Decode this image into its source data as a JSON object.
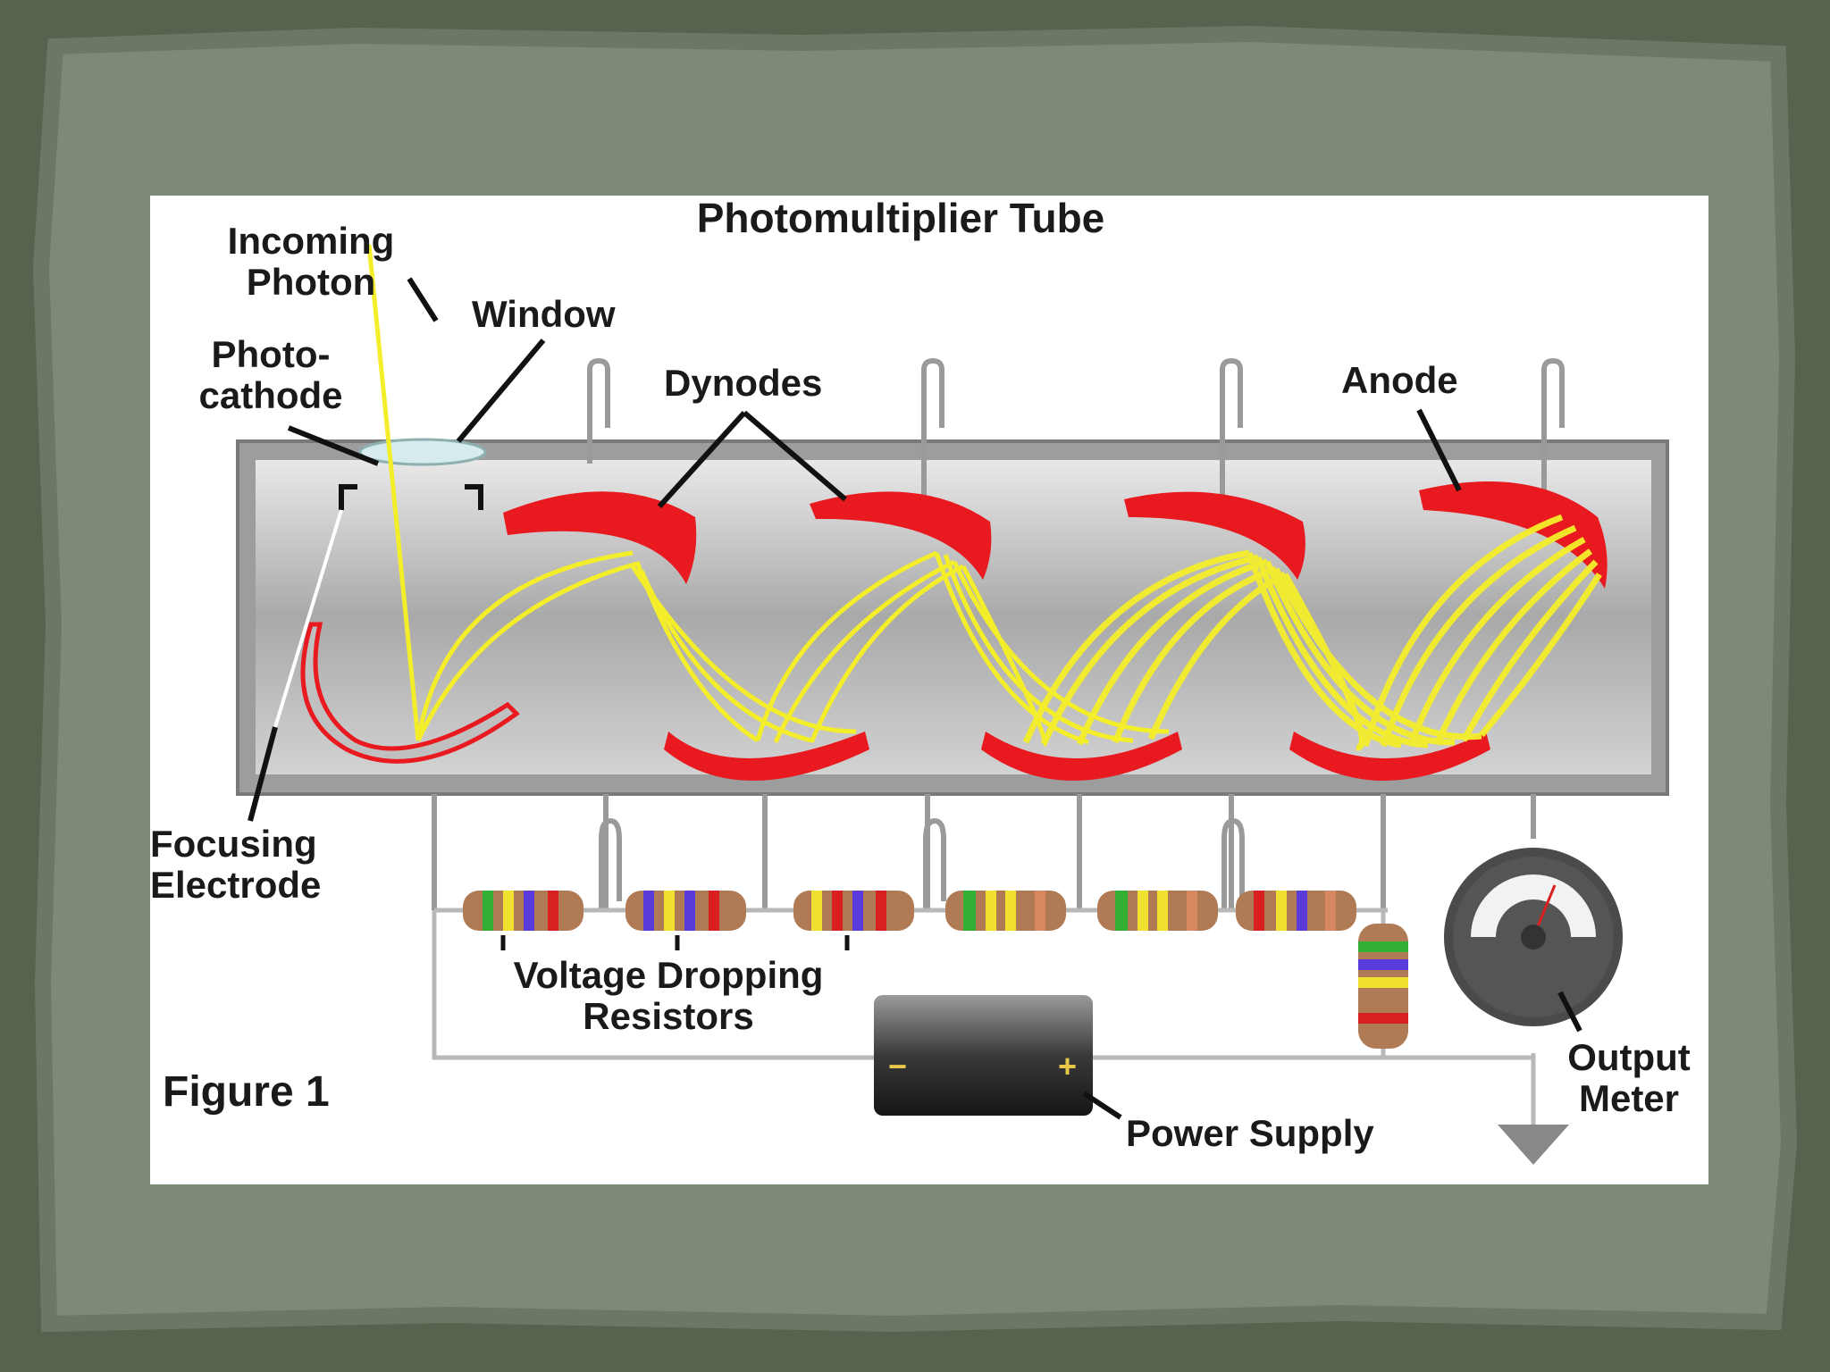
{
  "title": "Photomultiplier Tube",
  "figure_label": "Figure 1",
  "labels": {
    "incoming_photon": [
      "Incoming",
      "Photon"
    ],
    "window": "Window",
    "photocathode": [
      "Photo-",
      "cathode"
    ],
    "dynodes": "Dynodes",
    "anode": "Anode",
    "focusing_electrode": [
      "Focusing",
      "Electrode"
    ],
    "voltage_dropping_resistors": [
      "Voltage Dropping",
      "Resistors"
    ],
    "power_supply": "Power Supply",
    "output_meter": [
      "Output",
      "Meter"
    ],
    "battery_minus": "−",
    "battery_plus": "+"
  },
  "colors": {
    "slide_border": "#5c6a55",
    "slide_paper": "#7f8c79",
    "panel": "#ffffff",
    "tube": "#c8c8c8",
    "dynode": "#e8191f",
    "electron_beam": "#f4ee2a",
    "battery": "#3a3a3a",
    "meter": "#4a4a4a"
  },
  "icons": [
    "resistor-icon",
    "battery-icon",
    "meter-icon",
    "ground-icon"
  ]
}
